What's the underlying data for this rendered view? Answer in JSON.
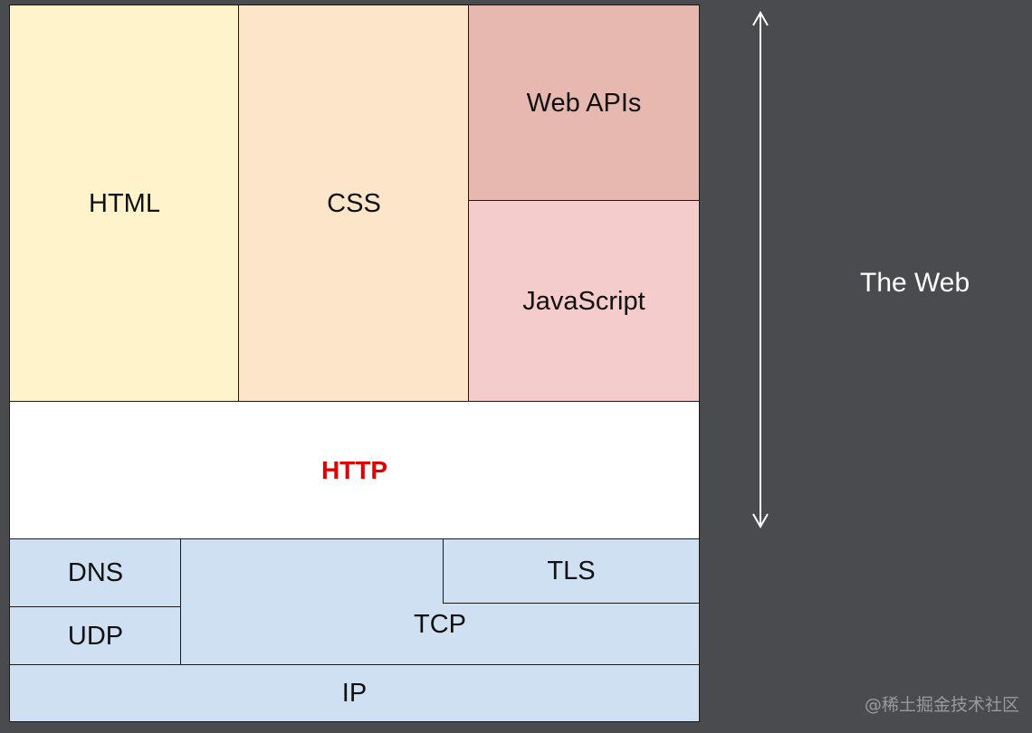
{
  "diagram": {
    "layers": {
      "html": "HTML",
      "css": "CSS",
      "web_apis": "Web APIs",
      "javascript": "JavaScript",
      "http": "HTTP",
      "dns": "DNS",
      "udp": "UDP",
      "tcp": "TCP",
      "tls": "TLS",
      "ip": "IP"
    },
    "side_label": "The Web",
    "watermark": "@稀土掘金技术社区"
  },
  "colors": {
    "background": "#4a4b4f",
    "html": "#fff3cc",
    "css": "#fde5c9",
    "web_apis": "#e6b8af",
    "javascript": "#f3cccb",
    "http_text": "#e00000",
    "network": "#cfe0f2"
  },
  "icons": {
    "arrow": "double-headed-vertical-arrow"
  }
}
